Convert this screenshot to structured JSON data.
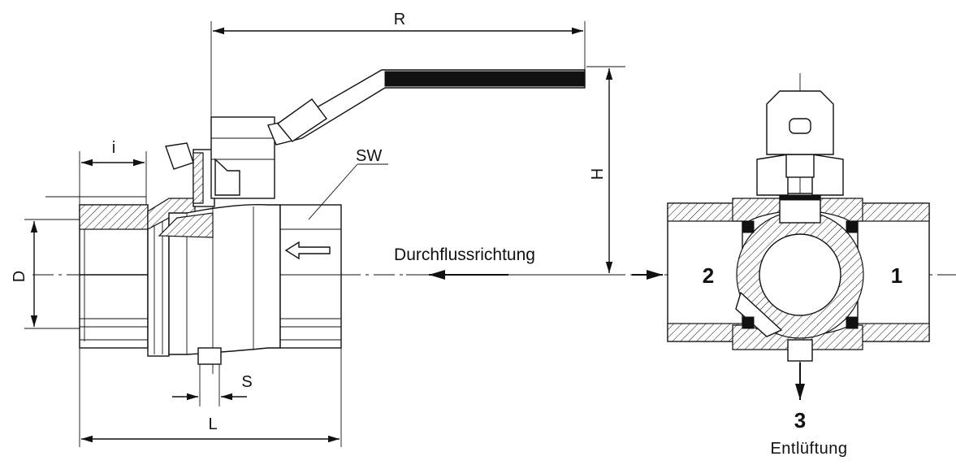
{
  "labels": {
    "R": "R",
    "H": "H",
    "i": "i",
    "D": "D",
    "SW": "SW",
    "S": "S",
    "L": "L",
    "flow_direction": "Durchflussrichtung",
    "port_1": "1",
    "port_2": "2",
    "port_3": "3",
    "vent": "Entlüftung"
  }
}
